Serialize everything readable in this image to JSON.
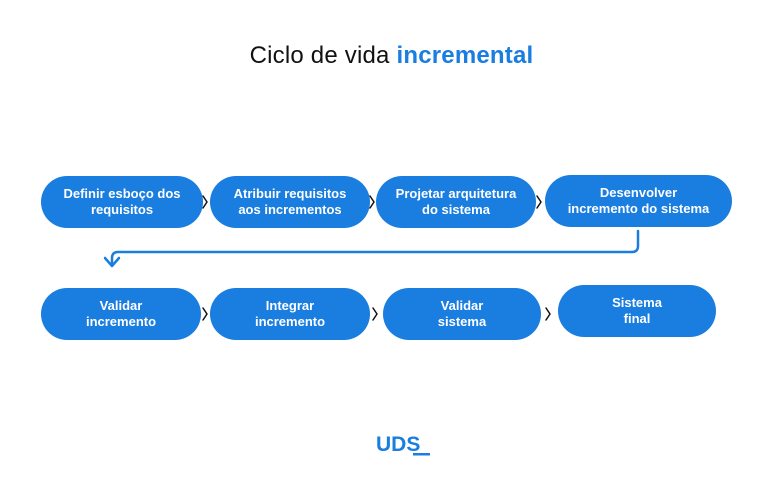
{
  "title": {
    "prefix": "Ciclo de vida ",
    "accent": "incremental"
  },
  "colors": {
    "accent": "#1a7de0",
    "text": "#111111",
    "node_text": "#ffffff"
  },
  "steps_row1": [
    {
      "label": "Definir esboço dos\nrequisitos"
    },
    {
      "label": "Atribuir requisitos\naos incrementos"
    },
    {
      "label": "Projetar arquitetura\ndo sistema"
    },
    {
      "label": "Desenvolver\nincremento do sistema"
    }
  ],
  "steps_row2": [
    {
      "label": "Validar\nincremento"
    },
    {
      "label": "Integrar\nincremento"
    },
    {
      "label": "Validar\nsistema"
    },
    {
      "label": "Sistema\nfinal"
    }
  ],
  "logo": {
    "text": "UDS"
  },
  "icons": [
    "chevron-right-icon",
    "loop-back-arrow-icon"
  ]
}
